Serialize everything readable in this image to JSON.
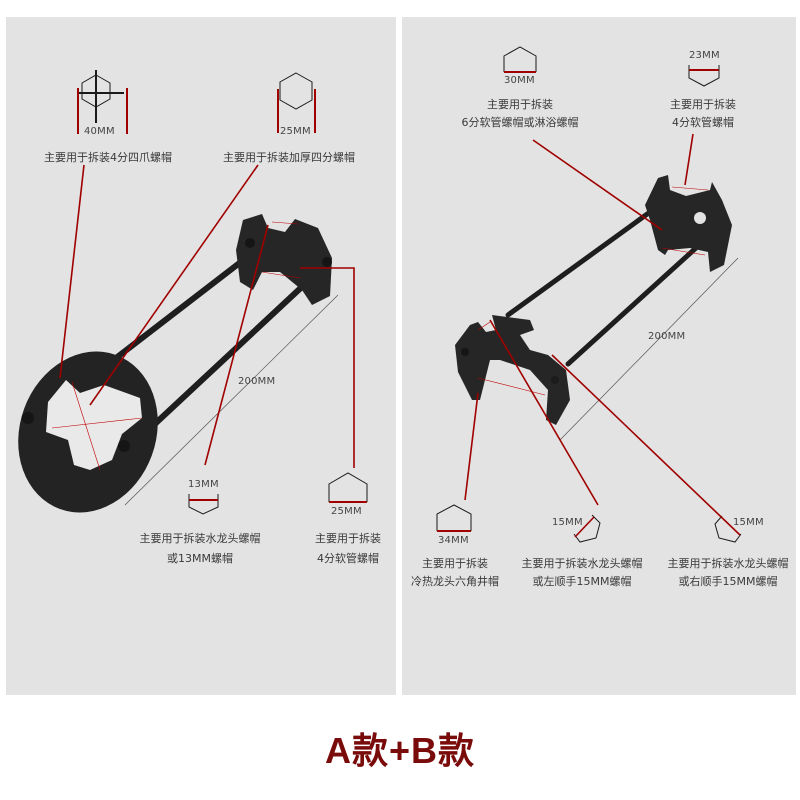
{
  "colors": {
    "panel_bg": "#e3e3e3",
    "accent_red": "#a00000",
    "tool_black": "#1e1e1e",
    "title_red": "#7a0b0b",
    "text": "#3a3a3a"
  },
  "title": "A款+B款",
  "panel_a": {
    "length_label": "200MM",
    "specs": [
      {
        "size": "40MM",
        "icon": "hex-cross-icon",
        "desc": [
          "主要用于拆装4分四爪螺帽"
        ]
      },
      {
        "size": "25MM",
        "icon": "hex-icon",
        "desc": [
          "主要用于拆装加厚四分螺帽"
        ]
      },
      {
        "size": "13MM",
        "icon": "half-hex-down-icon",
        "desc": [
          "主要用于拆装水龙头螺帽",
          "或13MM螺帽"
        ]
      },
      {
        "size": "25MM",
        "icon": "half-hex-up-icon",
        "desc": [
          "主要用于拆装",
          "4分软管螺帽"
        ]
      }
    ]
  },
  "panel_b": {
    "length_label": "200MM",
    "specs": [
      {
        "size": "30MM",
        "icon": "half-hex-up-icon",
        "desc": [
          "主要用于拆装",
          "6分软管螺帽或淋浴螺帽"
        ]
      },
      {
        "size": "23MM",
        "icon": "half-hex-down-icon",
        "desc": [
          "主要用于拆装",
          "4分软管螺帽"
        ]
      },
      {
        "size": "34MM",
        "icon": "half-hex-up-icon",
        "desc": [
          "主要用于拆装",
          "冷热龙头六角井帽"
        ]
      },
      {
        "size": "15MM",
        "icon": "tilted-hex-left-icon",
        "desc": [
          "主要用于拆装水龙头螺帽",
          "或左顺手15MM螺帽"
        ]
      },
      {
        "size": "15MM",
        "icon": "tilted-hex-right-icon",
        "desc": [
          "主要用于拆装水龙头螺帽",
          "或右顺手15MM螺帽"
        ]
      }
    ]
  }
}
